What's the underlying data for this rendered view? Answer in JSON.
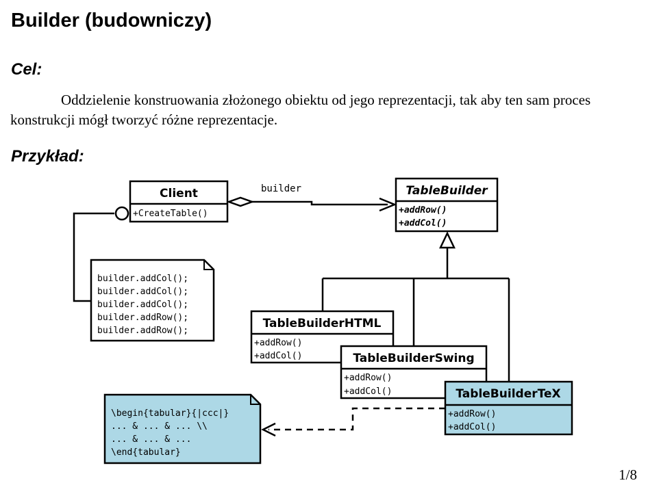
{
  "title": "Builder (budowniczy)",
  "goal": {
    "heading": "Cel:",
    "text": "Oddzielenie konstruowania złożonego obiektu od jego reprezentacji, tak aby ten sam proces konstrukcji mógł tworzyć różne reprezentacje."
  },
  "example": {
    "heading": "Przykład:"
  },
  "diagram": {
    "association_label": "builder",
    "client": {
      "name": "Client",
      "methods": [
        "+CreateTable()"
      ]
    },
    "table_builder": {
      "name": "TableBuilder",
      "methods": [
        "+addRow()",
        "+addCol()"
      ]
    },
    "html_builder": {
      "name": "TableBuilderHTML",
      "methods": [
        "+addRow()",
        "+addCol()"
      ]
    },
    "swing_builder": {
      "name": "TableBuilderSwing",
      "methods": [
        "+addRow()",
        "+addCol()"
      ]
    },
    "tex_builder": {
      "name": "TableBuilderTeX",
      "methods": [
        "+addRow()",
        "+addCol()"
      ]
    },
    "client_note": [
      "builder.addCol();",
      "builder.addCol();",
      "builder.addCol();",
      "builder.addRow();",
      "builder.addRow();"
    ],
    "tex_note": [
      "\\begin{tabular}{|ccc|}",
      "... & ... & ... \\\\",
      "... & ... & ...",
      "\\end{tabular}"
    ],
    "colors": {
      "highlight": "#add8e6",
      "stroke": "#000000",
      "background": "#ffffff"
    }
  },
  "page_number": "1/8"
}
